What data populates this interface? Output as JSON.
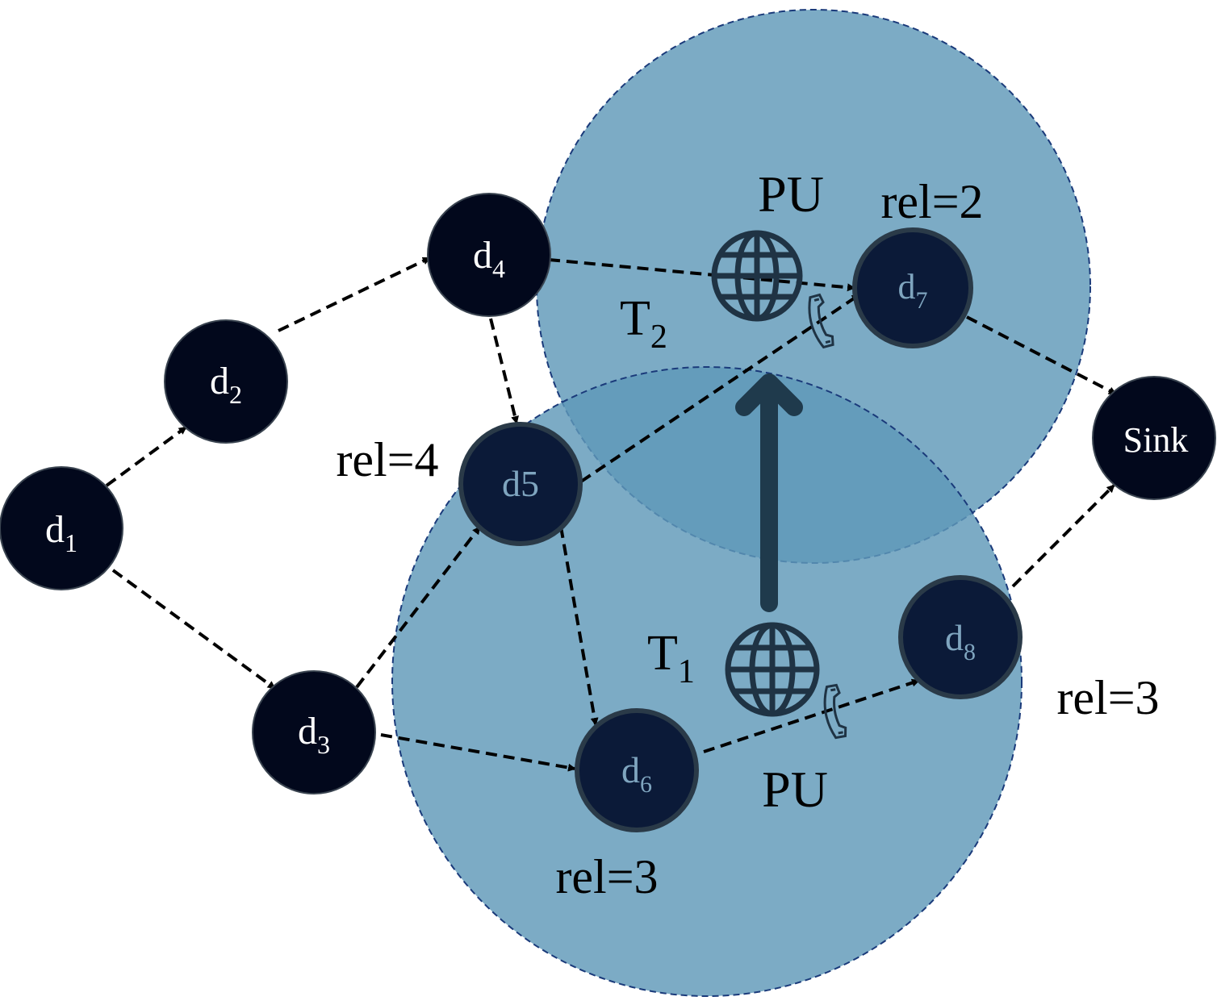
{
  "colors": {
    "node_dark": "#02081c",
    "node_in_zone": "#0b1a38",
    "node_text_in_zone": "#7fa5bf",
    "node_text_outside": "#ffffff",
    "zone_fill": "#5f98b8",
    "zone_border": "#1a3a7a",
    "arrow": "#000000",
    "pu_icon": "#1f3344",
    "move_arrow": "#1f3a4c"
  },
  "nodes": {
    "d1": {
      "main": "d",
      "sub": "1"
    },
    "d2": {
      "main": "d",
      "sub": "2"
    },
    "d3": {
      "main": "d",
      "sub": "3"
    },
    "d4": {
      "main": "d",
      "sub": "4"
    },
    "d5": {
      "main": "d5",
      "sub": ""
    },
    "d6": {
      "main": "d",
      "sub": "6"
    },
    "d7": {
      "main": "d",
      "sub": "7"
    },
    "d8": {
      "main": "d",
      "sub": "8"
    },
    "sink": {
      "main": "Sink",
      "sub": ""
    }
  },
  "labels": {
    "pu_top": "PU",
    "pu_bottom": "PU",
    "t2": {
      "main": "T",
      "sub": "2"
    },
    "t1": {
      "main": "T",
      "sub": "1"
    },
    "rel_d7": "rel=2",
    "rel_d5": "rel=4",
    "rel_d8": "rel=3",
    "rel_d6": "rel=3"
  },
  "icons": {
    "pu_top": "globe-icon",
    "pu_bottom": "globe-icon",
    "phone_top": "phone-icon",
    "phone_bottom": "phone-icon"
  }
}
